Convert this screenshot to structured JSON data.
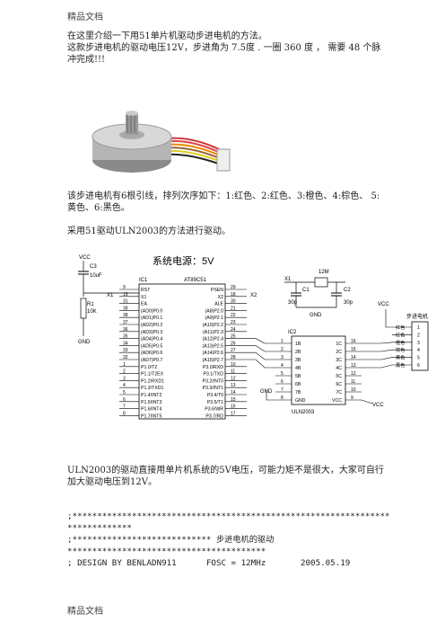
{
  "header": {
    "label": "精品文档"
  },
  "footer": {
    "label": "精品文档"
  },
  "paragraphs": {
    "intro": "在这里介绍一下用51单片机驱动步进电机的方法。",
    "spec": "这款步进电机的驱动电压12V，步进角为 7.5度 . 一圈 360 度 ， 需要 48 个脉冲完成!!!",
    "wiring": "该步进电机有6根引线，排列次序如下：1:红色、2:红色、3:橙色、4:棕色、 5:黄色、6:黑色。",
    "method": "采用51驱动ULN2003的方法进行驱动。",
    "note": "ULN2003的驱动直接用单片机系统的5V电压，可能力矩不是很大，大家可自行 加大驱动电压到12V。"
  },
  "code": {
    "line1": ";**********************************************************************",
    "line2": ";**************************** 步进电机的驱动",
    "line3": "****************************************",
    "line4": "; DESIGN BY BENLADN911      FOSC = 12MHz       2005.05.19"
  },
  "schematic": {
    "title": "系统电源：5V",
    "vcc": "VCC",
    "gnd": "GND",
    "c3": "C3",
    "c3v": "10uF",
    "r1": "R1",
    "r1v": "10K",
    "ic1": "IC1",
    "ic1name": "AT89C51",
    "ic2": "IC2",
    "ic2name": "ULN2003",
    "x1": "X1",
    "x2": "X2",
    "xtal": "12M",
    "c1": "C1",
    "c1v": "30p",
    "c2": "C2",
    "c2v": "30p",
    "motor": "步进电机",
    "leftpins": [
      "RST",
      "X1",
      "EA",
      "(AD0)P0.0",
      "(AD1)P0.1",
      "(AD2)P0.2",
      "(AD3)P0.3",
      "(AD4)P0.4",
      "(AD5)P0.5",
      "(AD6)P0.6",
      "(AD7)P0.7",
      "P1.0/T2",
      "P1.1/T2EX",
      "P1.2/RXD1",
      "P1.3/TXD1",
      "P1.4/INT2",
      "P1.5/INT3",
      "P1.6/INT4",
      "P1.7/INT5"
    ],
    "leftnums": [
      "9",
      "19",
      "31",
      "39",
      "38",
      "37",
      "36",
      "35",
      "34",
      "33",
      "32",
      "1",
      "2",
      "3",
      "4",
      "5",
      "6",
      "7",
      "8"
    ],
    "rightpins": [
      "PSEN",
      "X2",
      "ALE",
      "(A8)P2.0",
      "(A9)P2.1",
      "(A10)P2.2",
      "(A11)P2.3",
      "(A12)P2.4",
      "(A13)P2.5",
      "(A14)P2.6",
      "(A15)P2.7",
      "P3.0/RXD",
      "P3.1/TXD",
      "P3.2/INT0",
      "P3.3/INT1",
      "P3.4/T0",
      "P3.5/T1",
      "P3.6/WR",
      "P3.7/RD"
    ],
    "rightnums": [
      "29",
      "18",
      "30",
      "21",
      "22",
      "23",
      "24",
      "25",
      "26",
      "27",
      "28",
      "10",
      "11",
      "12",
      "13",
      "14",
      "15",
      "16",
      "17"
    ],
    "ulnleft": [
      "1B",
      "2B",
      "3B",
      "4B",
      "5B",
      "6B",
      "7B",
      "GND"
    ],
    "ulnright": [
      "1C",
      "2C",
      "3C",
      "4C",
      "5C",
      "6C",
      "7C",
      "VCC"
    ],
    "ulnleftnums": [
      "1",
      "2",
      "3",
      "4",
      "5",
      "6",
      "7",
      "8"
    ],
    "ulnrightnums": [
      "16",
      "15",
      "14",
      "13",
      "12",
      "11",
      "10",
      "9"
    ],
    "motorpins": [
      "红色",
      "红色",
      "橙色",
      "棕色",
      "黄色",
      "黑色"
    ],
    "motornums": [
      "1",
      "2",
      "3",
      "4",
      "5",
      "6"
    ]
  }
}
